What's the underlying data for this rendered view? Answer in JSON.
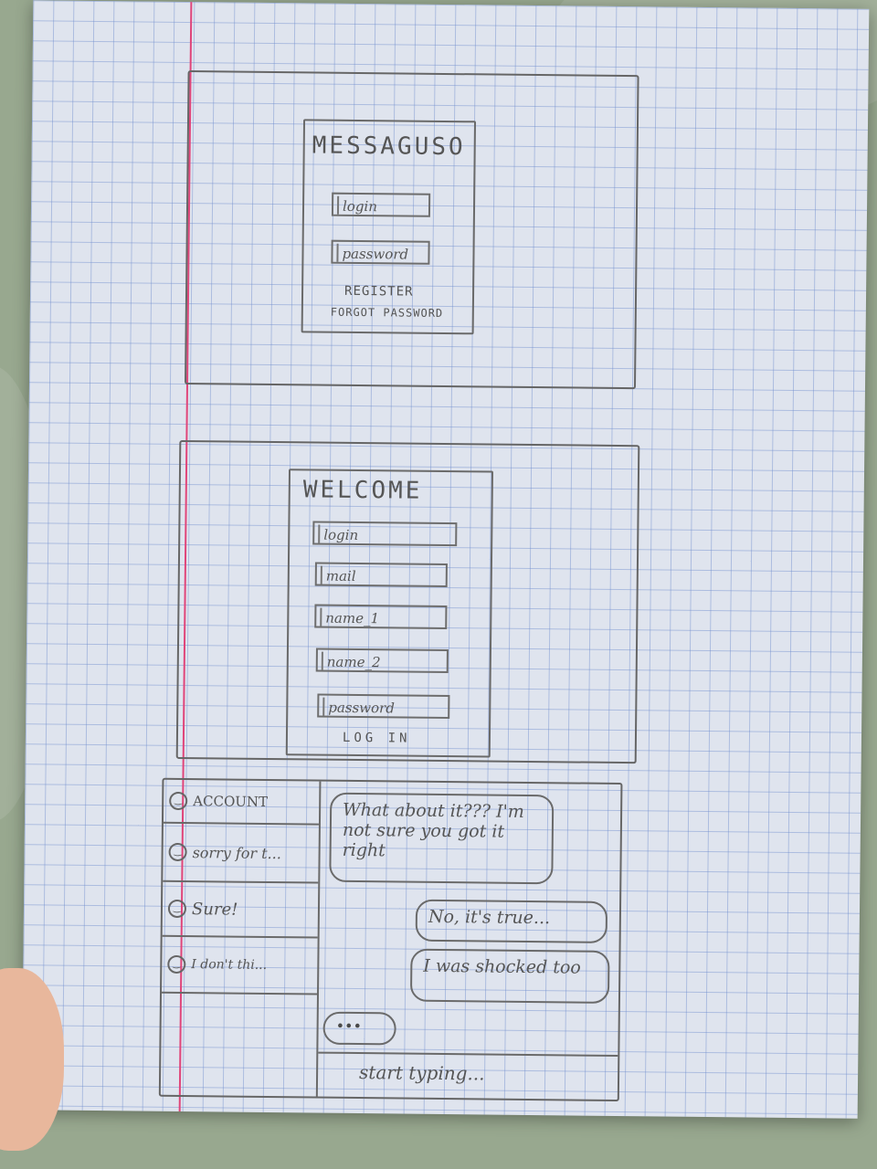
{
  "login_screen": {
    "title": "MESSAGUSO",
    "login_placeholder": "login",
    "password_placeholder": "password",
    "register_link": "REGISTER",
    "forgot_link": "FORGOT PASSWORD"
  },
  "register_screen": {
    "title": "WELCOME",
    "fields": [
      "login",
      "mail",
      "name_1",
      "name_2",
      "password"
    ],
    "login_button": "LOG IN"
  },
  "chat_screen": {
    "account_label": "ACCOUNT",
    "chats": [
      "sorry for t...",
      "Sure!",
      "I don't thi..."
    ],
    "messages": {
      "incoming": "What about it??? I'm not sure you got it right",
      "outgoing_1": "No, it's true...",
      "outgoing_2": "I was shocked too",
      "typing_indicator": "•••"
    },
    "input_placeholder": "start typing..."
  }
}
